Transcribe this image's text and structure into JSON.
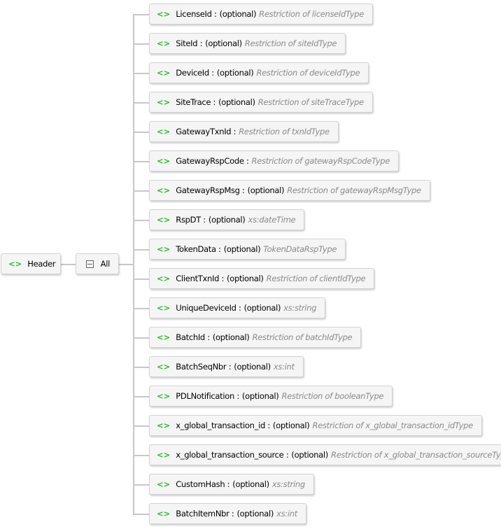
{
  "root": {
    "label": "Header",
    "icon": "element-icon"
  },
  "group": {
    "label": "All",
    "icon": "all-compositor-icon"
  },
  "children": [
    {
      "name": "LicenseId",
      "optional": "(optional)",
      "type": "Restriction of licenseIdType"
    },
    {
      "name": "SiteId",
      "optional": "(optional)",
      "type": "Restriction of siteIdType"
    },
    {
      "name": "DeviceId",
      "optional": "(optional)",
      "type": "Restriction of deviceIdType"
    },
    {
      "name": "SiteTrace",
      "optional": "(optional)",
      "type": "Restriction of siteTraceType"
    },
    {
      "name": "GatewayTxnId",
      "optional": "",
      "type": "Restriction of txnIdType"
    },
    {
      "name": "GatewayRspCode",
      "optional": "",
      "type": "Restriction of gatewayRspCodeType"
    },
    {
      "name": "GatewayRspMsg",
      "optional": "(optional)",
      "type": "Restriction of gatewayRspMsgType"
    },
    {
      "name": "RspDT",
      "optional": "(optional)",
      "type": "xs:dateTime"
    },
    {
      "name": "TokenData",
      "optional": "(optional)",
      "type": "TokenDataRspType"
    },
    {
      "name": "ClientTxnId",
      "optional": "(optional)",
      "type": "Restriction of clientIdType"
    },
    {
      "name": "UniqueDeviceId",
      "optional": "(optional)",
      "type": "xs:string"
    },
    {
      "name": "BatchId",
      "optional": "(optional)",
      "type": "Restriction of batchIdType"
    },
    {
      "name": "BatchSeqNbr",
      "optional": "(optional)",
      "type": "xs:int"
    },
    {
      "name": "PDLNotification",
      "optional": "(optional)",
      "type": "Restriction of booleanType"
    },
    {
      "name": "x_global_transaction_id",
      "optional": "(optional)",
      "type": "Restriction of x_global_transaction_idType"
    },
    {
      "name": "x_global_transaction_source",
      "optional": "(optional)",
      "type": "Restriction of x_global_transaction_sourceType"
    },
    {
      "name": "CustomHash",
      "optional": "(optional)",
      "type": "xs:string"
    },
    {
      "name": "BatchItemNbr",
      "optional": "(optional)",
      "type": "xs:int"
    }
  ]
}
